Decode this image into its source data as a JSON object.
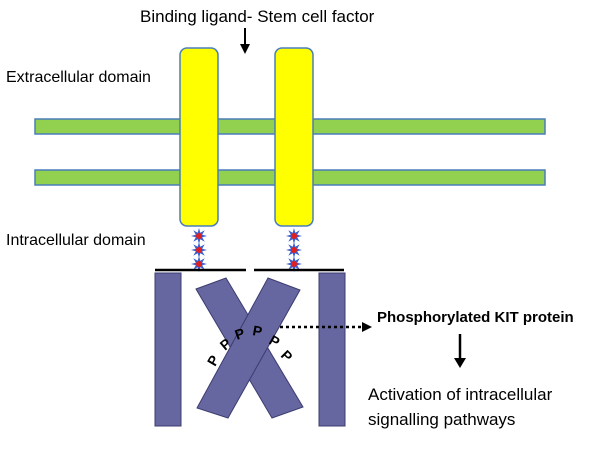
{
  "labels": {
    "binding_ligand": "Binding ligand- Stem cell factor",
    "extracellular": "Extracellular domain",
    "intracellular": "Intracellular domain",
    "phosphorylated": "Phosphorylated KIT protein",
    "activation_line1": "Activation of intracellular",
    "activation_line2": "signalling pathways",
    "phospho_symbol": "P"
  },
  "colors": {
    "membrane_fill": "#92d050",
    "membrane_stroke": "#4a7ebb",
    "receptor_fill": "#ffff00",
    "receptor_stroke": "#4a7ebb",
    "kinase_fill": "#6666a0",
    "kinase_stroke": "#3c3c70",
    "linker_star_outer": "#3a5fcd",
    "linker_star_inner": "#e02020"
  }
}
